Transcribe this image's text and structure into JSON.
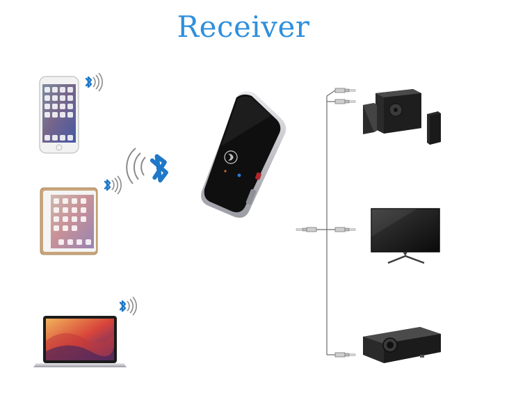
{
  "title": "Receiver",
  "colors": {
    "title": "#2f8fdc",
    "bluetooth": "#1f78c8",
    "device_body": "#1a1a1a",
    "cable": "#6b6b6b"
  },
  "icons": [
    "bluetooth-icon",
    "phone",
    "tablet",
    "laptop",
    "receiver",
    "speakers",
    "monitor",
    "projector",
    "audio-plug"
  ]
}
